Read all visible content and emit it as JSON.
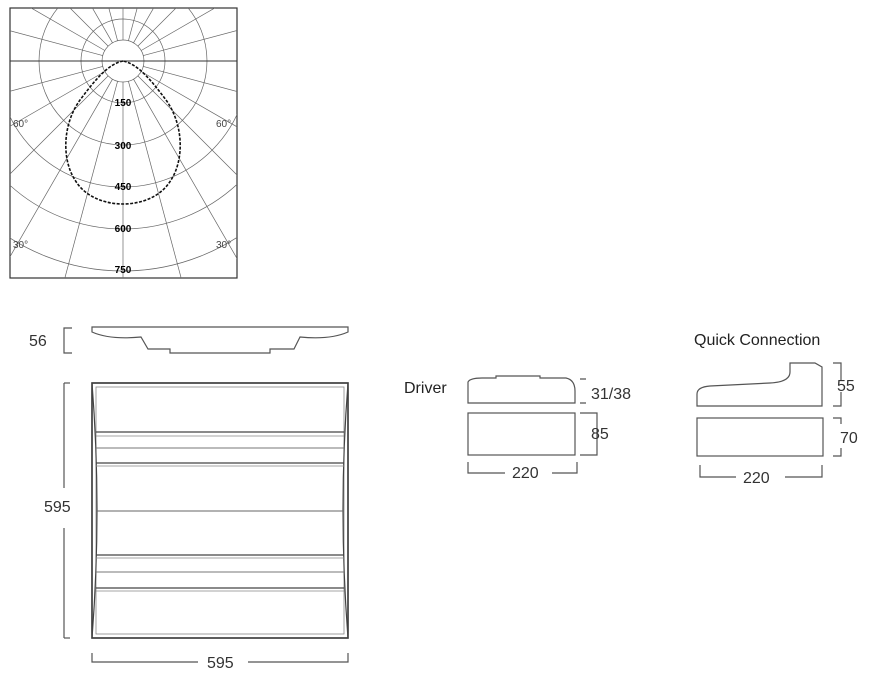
{
  "polar_diagram": {
    "intensity_labels": [
      "150",
      "300",
      "450",
      "600",
      "750"
    ],
    "angle_labels": {
      "left_upper": "60°",
      "right_upper": "60°",
      "left_lower": "30°",
      "right_lower": "30°"
    }
  },
  "luminaire": {
    "height_dim": "56",
    "side_dim": "595",
    "bottom_dim": "595"
  },
  "driver": {
    "caption": "Driver",
    "height_dim": "31/38",
    "depth_dim": "85",
    "width_dim": "220"
  },
  "quick_connection": {
    "caption": "Quick Connection",
    "height_dim": "55",
    "depth_dim": "70",
    "width_dim": "220"
  }
}
